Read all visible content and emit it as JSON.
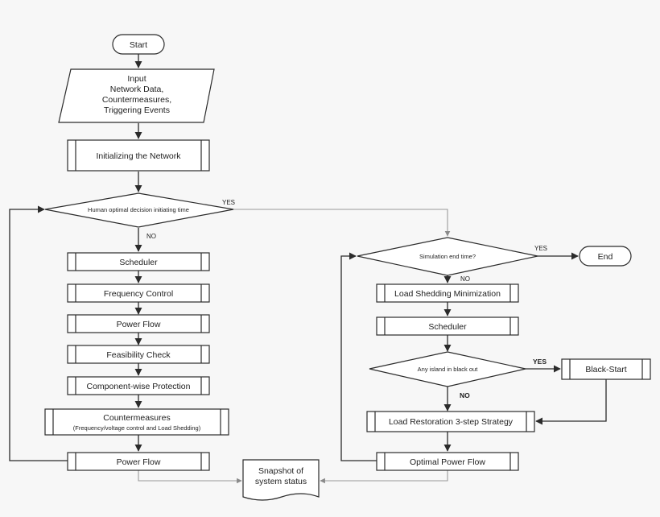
{
  "nodes": {
    "start": "Start",
    "input": [
      "Input",
      "Network Data,",
      "Countermeasures,",
      "Triggering Events"
    ],
    "init": "Initializing the Network",
    "human_decision": "Human optimal decision initiating time",
    "scheduler_left": "Scheduler",
    "frequency_control": "Frequency Control",
    "power_flow_1": "Power Flow",
    "feasibility_check": "Feasibility Check",
    "component_protection": "Component-wise Protection",
    "countermeasures": "Countermeasures",
    "countermeasures_sub": "(Frequency/voltage control and Load Shedding)",
    "power_flow_2": "Power Flow",
    "snapshot": [
      "Snapshot of",
      "system status"
    ],
    "sim_end": "Simulation end time?",
    "end": "End",
    "load_shedding_min": "Load Shedding Minimization",
    "scheduler_right": "Scheduler",
    "island_blackout": "Any island in black out",
    "black_start": "Black-Start",
    "load_restoration": "Load Restoration 3-step Strategy",
    "optimal_power_flow": "Optimal Power Flow"
  },
  "labels": {
    "human_yes": "YES",
    "human_no": "NO",
    "sim_yes": "YES",
    "sim_no": "NO",
    "island_yes": "YES",
    "island_no": "NO"
  }
}
